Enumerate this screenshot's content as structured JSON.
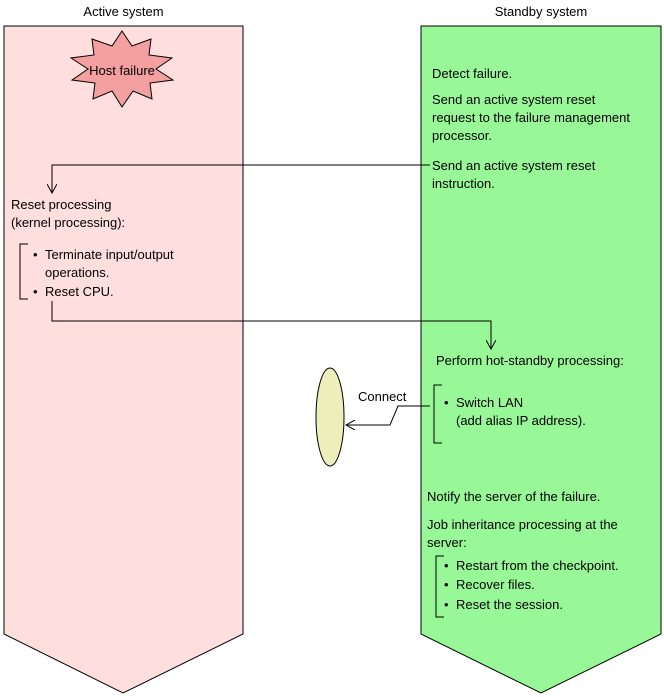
{
  "headers": {
    "active": "Active system",
    "standby": "Standby system"
  },
  "active": {
    "burst_label": "Host failure",
    "reset_title_1": "Reset processing",
    "reset_title_2": "(kernel processing):",
    "bullets": [
      "Terminate input/output",
      "operations.",
      "Reset CPU."
    ]
  },
  "standby": {
    "detect": "Detect failure.",
    "send_req_1": "Send an active system reset",
    "send_req_2": "request to the failure management",
    "send_req_3": "processor.",
    "send_instr_1": "Send an active system reset",
    "send_instr_2": "instruction.",
    "hot_standby": "Perform hot-standby processing:",
    "switch_1": "Switch LAN",
    "switch_2": "(add alias IP address).",
    "notify": "Notify the server of the failure.",
    "job_1": "Job inheritance processing at the",
    "job_2": "server:",
    "job_bullets": [
      "Restart from the checkpoint.",
      "Recover files.",
      "Reset the session."
    ]
  },
  "connect_label": "Connect",
  "colors": {
    "active_fill": "#ffdede",
    "standby_fill": "#98f898",
    "burst_fill": "#f5a0a0",
    "lan_fill": "#eeeebb"
  }
}
